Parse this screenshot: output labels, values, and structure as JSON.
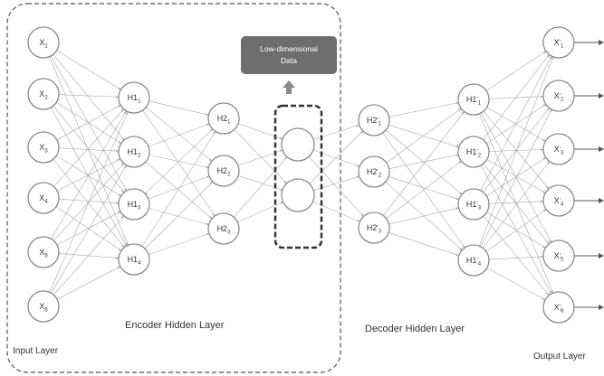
{
  "layers": {
    "input": {
      "label": "Input Layer",
      "nodes": [
        {
          "base": "X",
          "prime": "",
          "sub": "1"
        },
        {
          "base": "X",
          "prime": "",
          "sub": "2"
        },
        {
          "base": "X",
          "prime": "",
          "sub": "3"
        },
        {
          "base": "X",
          "prime": "",
          "sub": "4"
        },
        {
          "base": "X",
          "prime": "",
          "sub": "5"
        },
        {
          "base": "X",
          "prime": "",
          "sub": "6"
        }
      ]
    },
    "encoder_h1": {
      "nodes": [
        {
          "base": "H1",
          "prime": "",
          "sub": "1"
        },
        {
          "base": "H1",
          "prime": "",
          "sub": "2"
        },
        {
          "base": "H1",
          "prime": "",
          "sub": "3"
        },
        {
          "base": "H1",
          "prime": "",
          "sub": "4"
        }
      ]
    },
    "encoder_h2": {
      "nodes": [
        {
          "base": "H2",
          "prime": "",
          "sub": "1"
        },
        {
          "base": "H2",
          "prime": "",
          "sub": "2"
        },
        {
          "base": "H2",
          "prime": "",
          "sub": "3"
        }
      ]
    },
    "bottleneck": {
      "nodes": [
        {
          "base": "",
          "prime": "",
          "sub": ""
        },
        {
          "base": "",
          "prime": "",
          "sub": ""
        }
      ]
    },
    "decoder_h2": {
      "nodes": [
        {
          "base": "H2",
          "prime": "'",
          "sub": "1"
        },
        {
          "base": "H2",
          "prime": "'",
          "sub": "2"
        },
        {
          "base": "H2",
          "prime": "'",
          "sub": "3"
        }
      ]
    },
    "decoder_h1": {
      "nodes": [
        {
          "base": "H1",
          "prime": "'",
          "sub": "1"
        },
        {
          "base": "H1",
          "prime": "'",
          "sub": "2"
        },
        {
          "base": "H1",
          "prime": "'",
          "sub": "3"
        },
        {
          "base": "H1",
          "prime": "'",
          "sub": "4"
        }
      ]
    },
    "output": {
      "label": "Output Layer",
      "nodes": [
        {
          "base": "X",
          "prime": "'",
          "sub": "1"
        },
        {
          "base": "X",
          "prime": "'",
          "sub": "2"
        },
        {
          "base": "X",
          "prime": "'",
          "sub": "3"
        },
        {
          "base": "X",
          "prime": "'",
          "sub": "4"
        },
        {
          "base": "X",
          "prime": "'",
          "sub": "5"
        },
        {
          "base": "X",
          "prime": "'",
          "sub": "6"
        }
      ]
    }
  },
  "encoder_label": "Encoder Hidden Layer",
  "decoder_label": "Decoder Hidden Layer",
  "low_dim_box": {
    "line1": "Low-dimensional",
    "line2": "Data"
  },
  "colors": {
    "node_stroke": "#8a8a8a",
    "edge": "#9a9a9a",
    "box_fill": "#6e6e6e",
    "arrow": "#8a8a8a",
    "dashed": "#333333"
  }
}
